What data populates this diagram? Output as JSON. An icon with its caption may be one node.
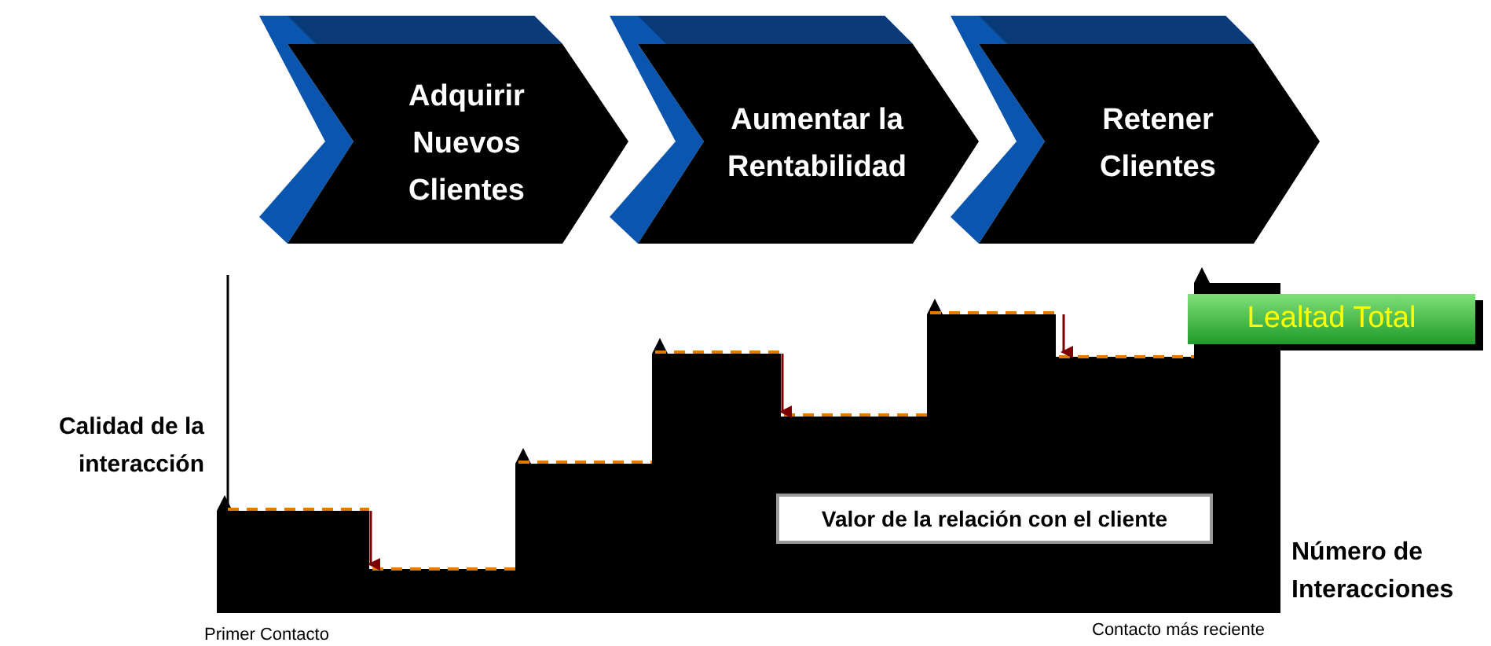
{
  "diagram": {
    "nodes": [
      {
        "text": [
          "Adquirir Nuevos Clientes"
        ]
      },
      {
        "text": [
          "Aumentar la Rentabilidad"
        ]
      },
      {
        "text": [
          "Retener Clientes"
        ]
      },
      {
        "text": [
          "Lealtad Total"
        ]
      },
      {
        "text": [
          "Valor de la relación con el cliente"
        ]
      }
    ],
    "edges": [],
    "labels": [
      "Calidad de la interacción",
      "Número de Interacciones",
      "Primer Contacto",
      "Contacto más reciente"
    ]
  }
}
